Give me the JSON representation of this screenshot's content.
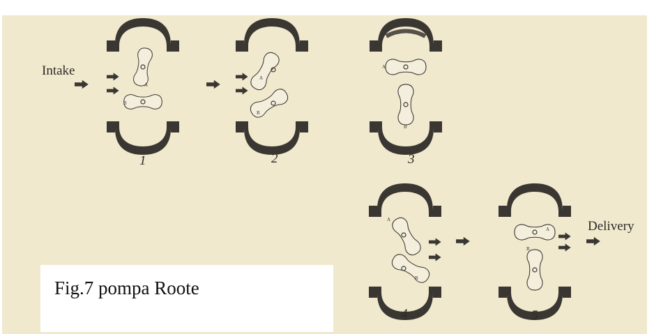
{
  "diagram": {
    "title": "",
    "labels": {
      "intake": "Intake",
      "delivery": "Delivery"
    },
    "stages": [
      {
        "number": "1"
      },
      {
        "number": "2"
      },
      {
        "number": "3"
      },
      {
        "number": "4"
      },
      {
        "number": "5"
      }
    ],
    "rotor_labels": {
      "a": "A",
      "b": "B"
    }
  },
  "caption": {
    "text": "Fig.7 pompa Roote"
  },
  "colors": {
    "paper": "#f1e9ce",
    "ink": "#3a3632",
    "rotor_fill": "#f4eedc",
    "caption_bg": "#ffffff"
  }
}
